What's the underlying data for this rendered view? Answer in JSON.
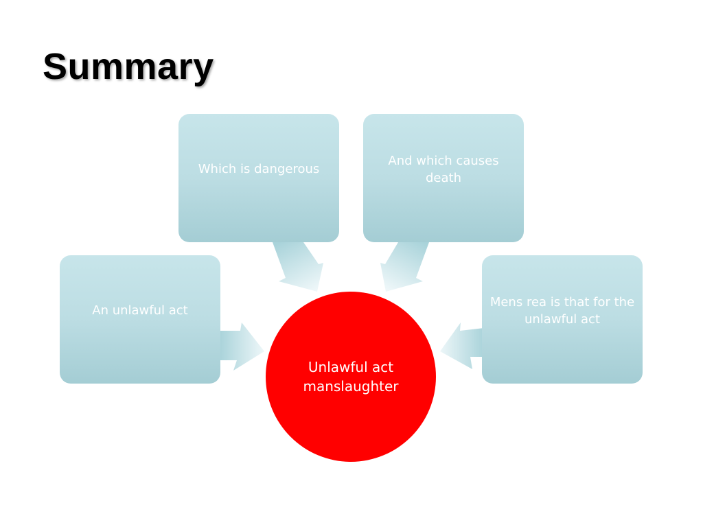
{
  "title": "Summary",
  "center": {
    "label": "Unlawful act manslaughter",
    "color": "#ff0000"
  },
  "nodes": {
    "top_left": "Which is dangerous",
    "top_right": "And which causes death",
    "left": "An unlawful act",
    "right": "Mens rea is that for the unlawful act"
  },
  "colors": {
    "box_top": "#c7e5ea",
    "box_bottom": "#a4cdd4",
    "arrow_start": "#a9d3da",
    "arrow_end": "#eef7f9"
  }
}
